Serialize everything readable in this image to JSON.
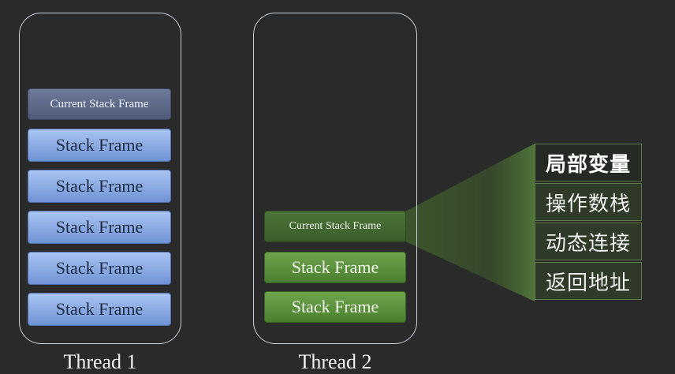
{
  "threads": [
    {
      "label": "Thread 1",
      "current_frame": "Current Stack Frame",
      "frames": [
        "Stack Frame",
        "Stack Frame",
        "Stack Frame",
        "Stack Frame",
        "Stack Frame"
      ]
    },
    {
      "label": "Thread 2",
      "current_frame": "Current Stack Frame",
      "frames": [
        "Stack Frame",
        "Stack Frame"
      ]
    }
  ],
  "frame_contents": [
    "局部变量",
    "操作数栈",
    "动态连接",
    "返回地址"
  ],
  "colors": {
    "background": "#2a2a2a",
    "thread1_frame": "#7f9fe0",
    "thread2_frame": "#5a9040",
    "detail_border": "#5c7a48"
  }
}
